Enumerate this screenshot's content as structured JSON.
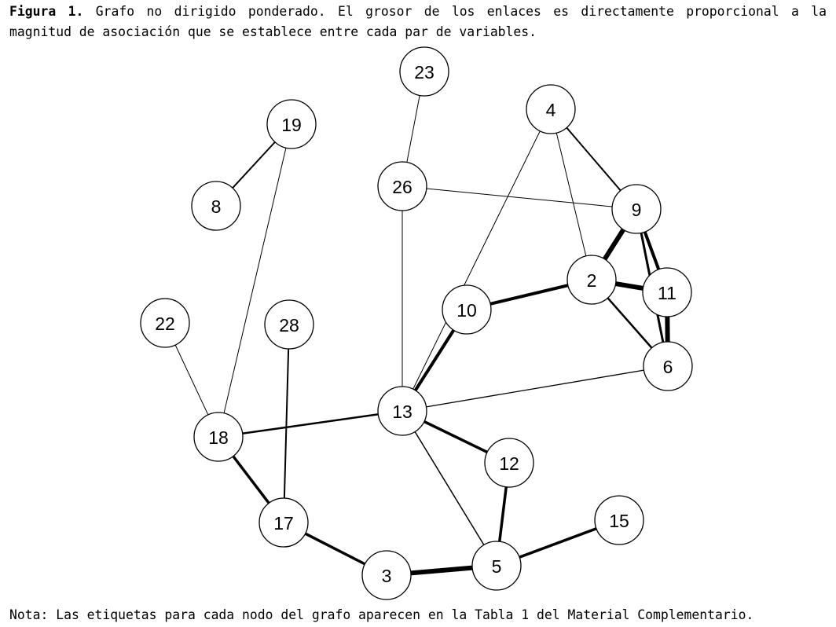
{
  "caption": {
    "label": "Figura 1.",
    "text": "Grafo no dirigido ponderado. El grosor de los enlaces es directamente proporcional a la magnitud de asociación que se establece entre cada par de variables."
  },
  "note": "Nota: Las etiquetas para cada nodo del grafo aparecen en la Tabla 1 del Material Complementario.",
  "graph": {
    "nodes": [
      "23",
      "19",
      "4",
      "26",
      "8",
      "9",
      "2",
      "11",
      "10",
      "22",
      "28",
      "6",
      "13",
      "18",
      "12",
      "15",
      "17",
      "5",
      "3"
    ],
    "edges": [
      {
        "source": "23",
        "target": "26",
        "weight": 1
      },
      {
        "source": "19",
        "target": "8",
        "weight": 2
      },
      {
        "source": "19",
        "target": "18",
        "weight": 1
      },
      {
        "source": "4",
        "target": "9",
        "weight": 2
      },
      {
        "source": "4",
        "target": "2",
        "weight": 1
      },
      {
        "source": "4",
        "target": "13",
        "weight": 1
      },
      {
        "source": "26",
        "target": "9",
        "weight": 1
      },
      {
        "source": "26",
        "target": "13",
        "weight": 1
      },
      {
        "source": "9",
        "target": "2",
        "weight": 6
      },
      {
        "source": "9",
        "target": "11",
        "weight": 4
      },
      {
        "source": "9",
        "target": "6",
        "weight": 3
      },
      {
        "source": "2",
        "target": "11",
        "weight": 6
      },
      {
        "source": "2",
        "target": "6",
        "weight": 2.5
      },
      {
        "source": "2",
        "target": "10",
        "weight": 4
      },
      {
        "source": "11",
        "target": "6",
        "weight": 6
      },
      {
        "source": "10",
        "target": "13",
        "weight": 4
      },
      {
        "source": "6",
        "target": "13",
        "weight": 1.3
      },
      {
        "source": "22",
        "target": "18",
        "weight": 1
      },
      {
        "source": "28",
        "target": "17",
        "weight": 2
      },
      {
        "source": "13",
        "target": "18",
        "weight": 2.5
      },
      {
        "source": "13",
        "target": "12",
        "weight": 3.5
      },
      {
        "source": "13",
        "target": "5",
        "weight": 1.5
      },
      {
        "source": "12",
        "target": "5",
        "weight": 3.5
      },
      {
        "source": "18",
        "target": "17",
        "weight": 3.5
      },
      {
        "source": "15",
        "target": "5",
        "weight": 3.5
      },
      {
        "source": "17",
        "target": "3",
        "weight": 3.5
      },
      {
        "source": "3",
        "target": "5",
        "weight": 6
      }
    ]
  }
}
